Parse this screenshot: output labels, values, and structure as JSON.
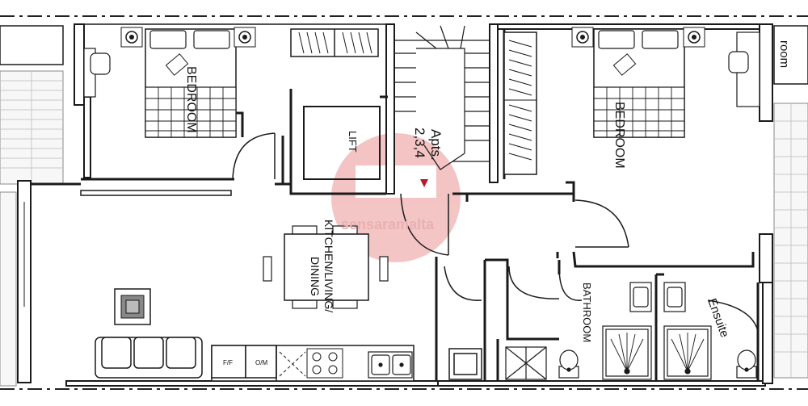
{
  "rooms": {
    "bedroom_left": "BEDROOM",
    "bedroom_right": "BEDROOM",
    "lift": "LIFT",
    "stairs_line1": "Apts.",
    "stairs_line2": "2,3,4",
    "kitchen_line1": "KITCHEN/LIVING/",
    "kitchen_line2": "DINING",
    "bathroom": "BATHROOM",
    "ensuite": "Ensuite",
    "room_partial": "room"
  },
  "appliances": {
    "fridge": "F/F",
    "oven": "O/M"
  },
  "watermark": {
    "text": "sensaramalta",
    "color": "#e05a5a"
  }
}
